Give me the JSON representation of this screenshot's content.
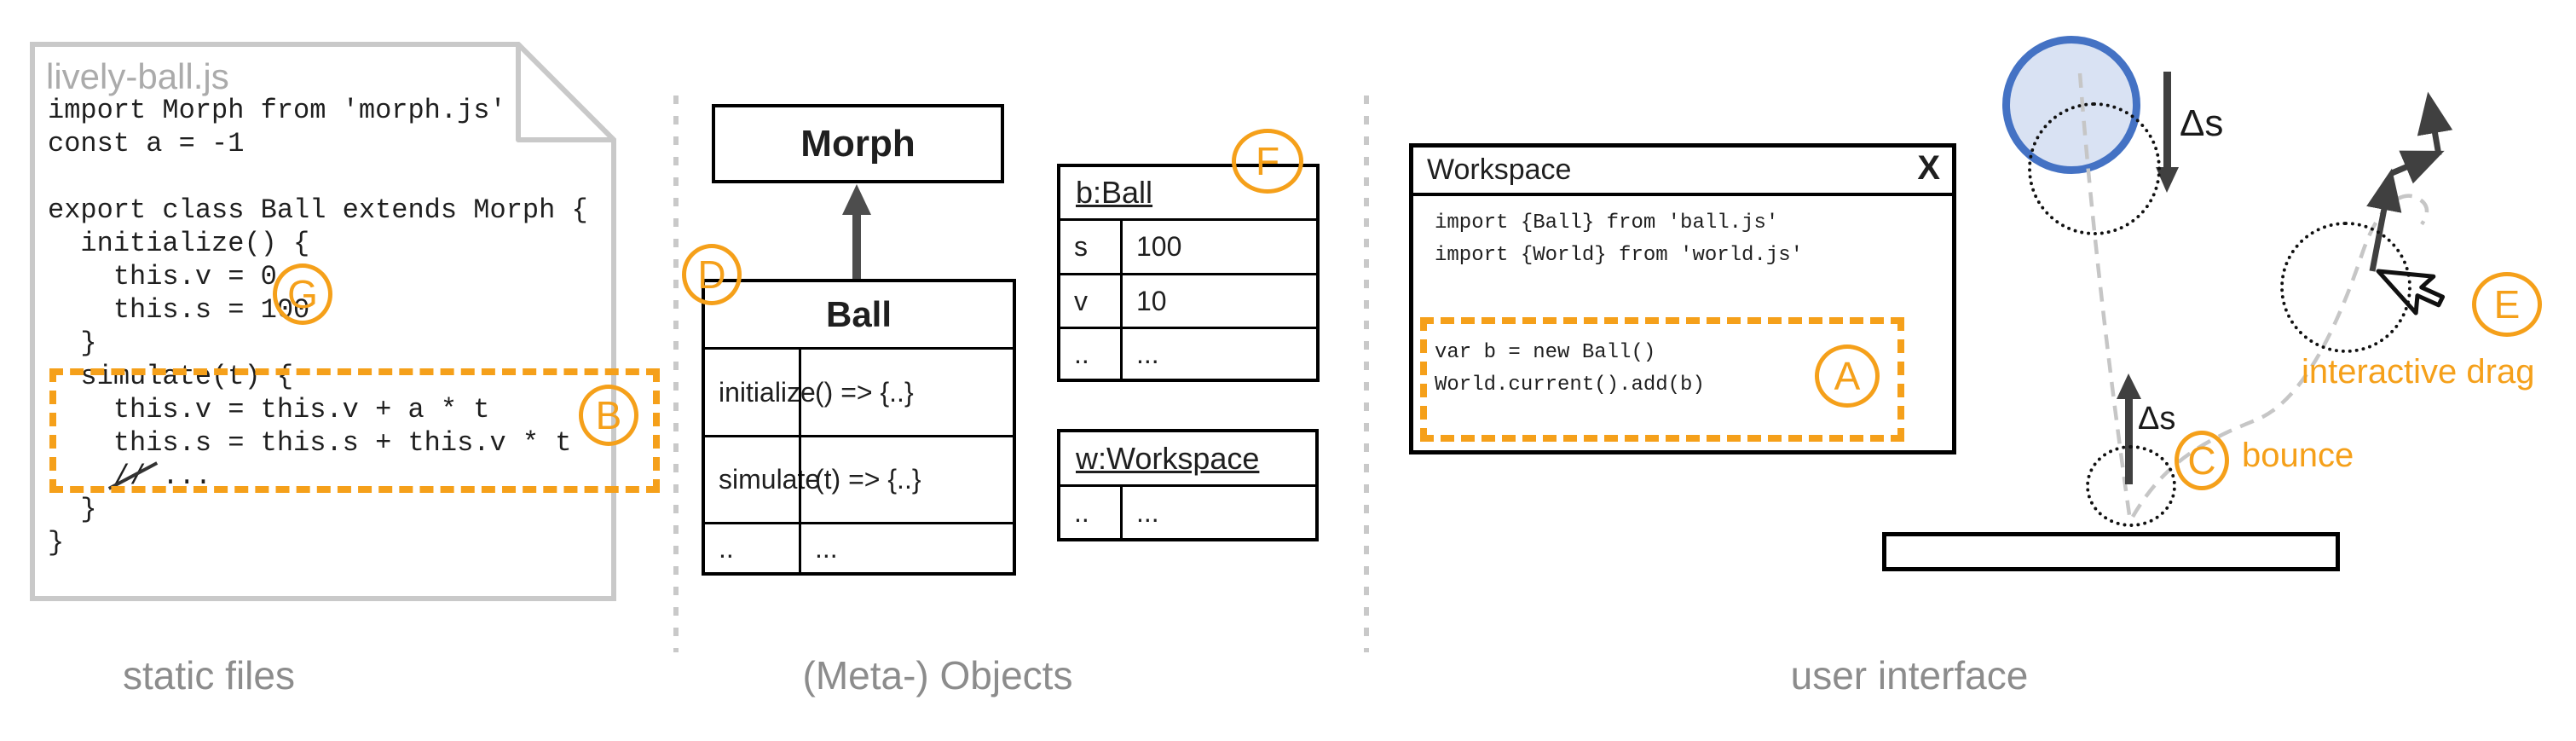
{
  "colors": {
    "accent_orange": "#f5a01a",
    "ball_blue": "#4472c4",
    "ball_fill": "#d9e2f3"
  },
  "sections": {
    "left": {
      "label": "static files"
    },
    "middle": {
      "label": "(Meta-) Objects"
    },
    "right": {
      "label": "user interface"
    }
  },
  "file": {
    "title": "lively-ball.js",
    "code": "import Morph from 'morph.js'\nconst a = -1\n\nexport class Ball extends Morph {\n  initialize() {\n    this.v = 0\n    this.s = 100\n  }\n  simulate(t) {\n    this.v = this.v + a * t\n    this.s = this.s + this.v * t\n    // ...\n  }\n}"
  },
  "uml": {
    "superclass": "Morph",
    "ball_class": {
      "title": "Ball",
      "rows": [
        [
          "initialize",
          "() => {..}"
        ],
        [
          "simulate",
          "(t) => {..}"
        ],
        [
          "..",
          "..."
        ]
      ]
    },
    "ball_instance": {
      "title": "b:Ball",
      "rows": [
        [
          "s",
          "100"
        ],
        [
          "v",
          "10"
        ],
        [
          "..",
          "..."
        ]
      ]
    },
    "workspace_instance": {
      "title": "w:Workspace",
      "rows": [
        [
          "..",
          "..."
        ]
      ]
    }
  },
  "window": {
    "title": "Workspace",
    "close": "X",
    "code": "import {Ball} from 'ball.js'\nimport {World} from 'world.js'\n\n\nvar b = new Ball()\nWorld.current().add(b)"
  },
  "badges": {
    "a": "A",
    "b": "B",
    "c": "C",
    "d": "D",
    "e": "E",
    "f": "F",
    "g": "G"
  },
  "physics": {
    "delta_s": "Δs",
    "bounce": "bounce",
    "interactive_drag": "interactive drag"
  }
}
